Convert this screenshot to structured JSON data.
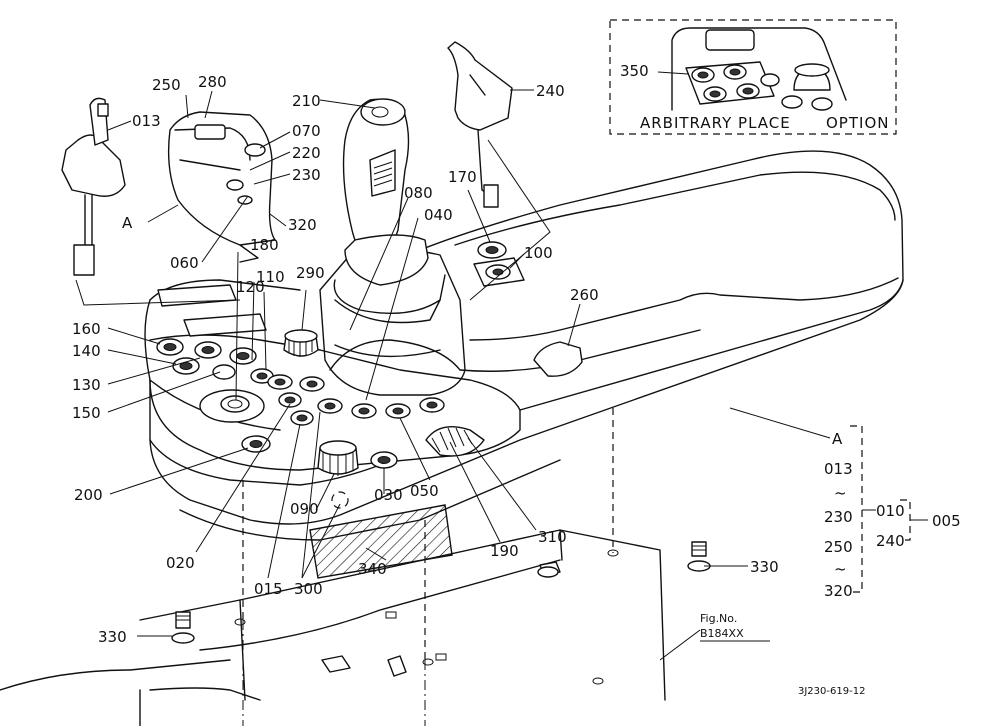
{
  "callouts": {
    "p013": "013",
    "p250": "250",
    "p280": "280",
    "p210": "210",
    "p240": "240",
    "p070": "070",
    "p220": "220",
    "p230": "230",
    "p320": "320",
    "p060": "060",
    "pA": "A",
    "p180": "180",
    "p110": "110",
    "p120": "120",
    "p290": "290",
    "p080": "080",
    "p040": "040",
    "p170": "170",
    "p100": "100",
    "p260": "260",
    "p160": "160",
    "p140": "140",
    "p130": "130",
    "p150": "150",
    "p200": "200",
    "p020": "020",
    "p015": "015",
    "p300": "300",
    "p090": "090",
    "p030": "030",
    "p050": "050",
    "p340": "340",
    "p190": "190",
    "p310": "310",
    "p330a": "330",
    "p330b": "330",
    "p350": "350"
  },
  "inset": {
    "caption_left": "ARBITRARY PLACE",
    "caption_right": "OPTION"
  },
  "assembly_bracket": {
    "a": "A",
    "r1_top": "013",
    "r1_tilde": "~",
    "r1_bottom": "230",
    "r2_top": "250",
    "r2_tilde": "~",
    "r2_bottom": "320",
    "sub_top": "010",
    "sub_bottom": "240",
    "assy": "005"
  },
  "fig_ref": {
    "line1": "Fig.No.",
    "line2": "B184XX"
  },
  "drawing_code": "3J230-619-12"
}
